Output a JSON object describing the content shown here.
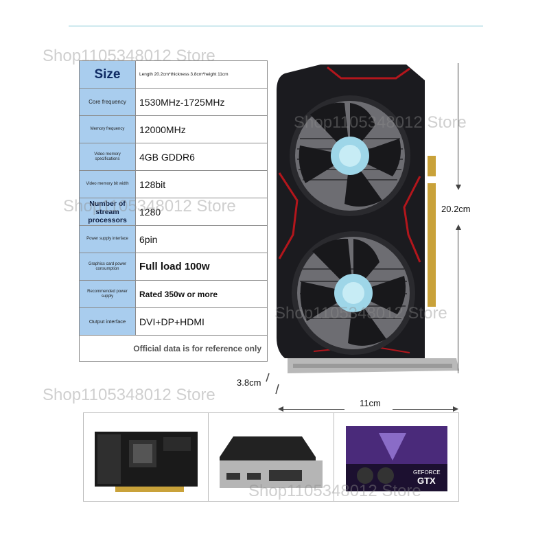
{
  "watermark": "Shop1105348012 Store",
  "specs": {
    "size": {
      "label": "Size",
      "value": "Length 20.2cm*thickness 3.8cm*height 11cm"
    },
    "core_frequency": {
      "label": "Core frequency",
      "value": "1530MHz-1725MHz"
    },
    "memory_frequency": {
      "label": "Memory frequency",
      "value": "12000MHz"
    },
    "video_memory_spec": {
      "label": "Video memory specifications",
      "value": "4GB GDDR6"
    },
    "video_memory_bit_width": {
      "label": "Video memory bit width",
      "value": "128bit"
    },
    "stream_processors": {
      "label": "Number of stream processors",
      "value": "1280"
    },
    "power_supply_interface": {
      "label": "Power supply interface",
      "value": "6pin"
    },
    "power_consumption": {
      "label": "Graphics card power consumption",
      "value": "Full load 100w"
    },
    "recommended_power_supply": {
      "label": "Recommended power supply",
      "value": "Rated 350w or more"
    },
    "output_interface": {
      "label": "Output interface",
      "value": "DVI+DP+HDMI"
    },
    "note": "Official data is for reference only"
  },
  "dimensions": {
    "length": "20.2cm",
    "thickness": "3.8cm",
    "height": "11cm"
  },
  "box_text": {
    "brand": "GEFORCE",
    "model": "GTX"
  },
  "colors": {
    "label_bg": "#a9cdee",
    "card_body": "#1b1b1f",
    "accent_red": "#b3161c"
  }
}
